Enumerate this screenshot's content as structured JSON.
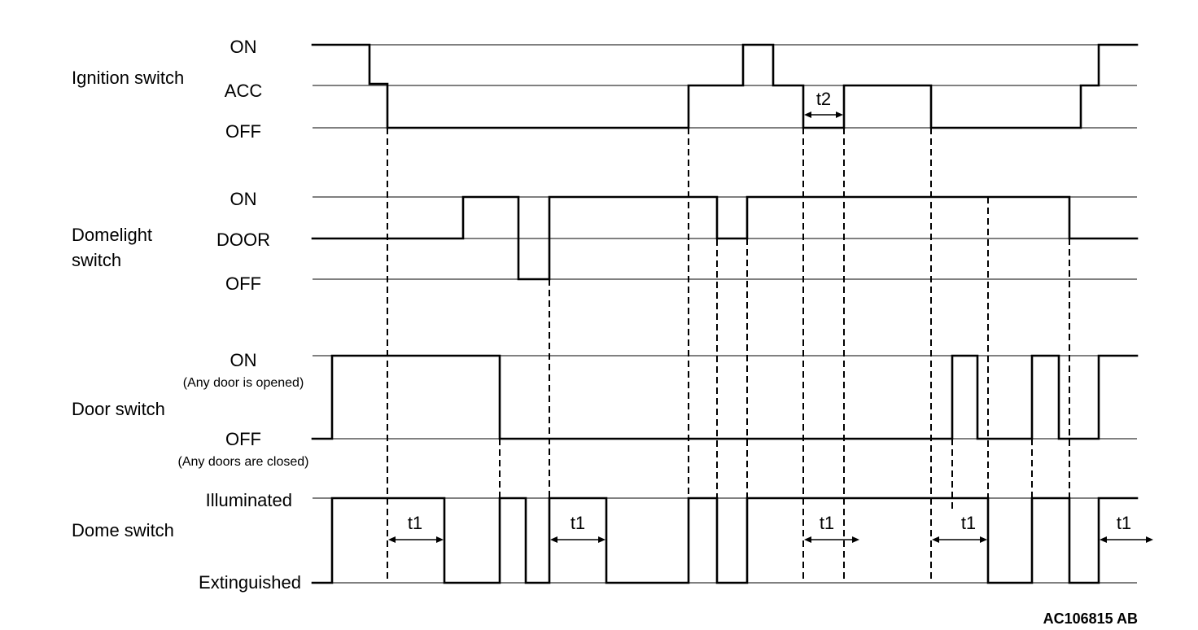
{
  "signals": {
    "ignition": {
      "name": "Ignition switch",
      "levels": [
        "ON",
        "ACC",
        "OFF"
      ]
    },
    "domelight": {
      "name_line1": "Domelight",
      "name_line2": "switch",
      "levels": [
        "ON",
        "DOOR",
        "OFF"
      ]
    },
    "door": {
      "name": "Door switch",
      "on_label": "ON",
      "on_note": "(Any door is opened)",
      "off_label": "OFF",
      "off_note": "(Any doors are closed)"
    },
    "dome": {
      "name": "Dome switch",
      "levels": [
        "Illuminated",
        "Extinguished"
      ]
    }
  },
  "timings": {
    "t1": "t1",
    "t2": "t2"
  },
  "figure_code": "AC106815 AB",
  "line_color": "#000000"
}
